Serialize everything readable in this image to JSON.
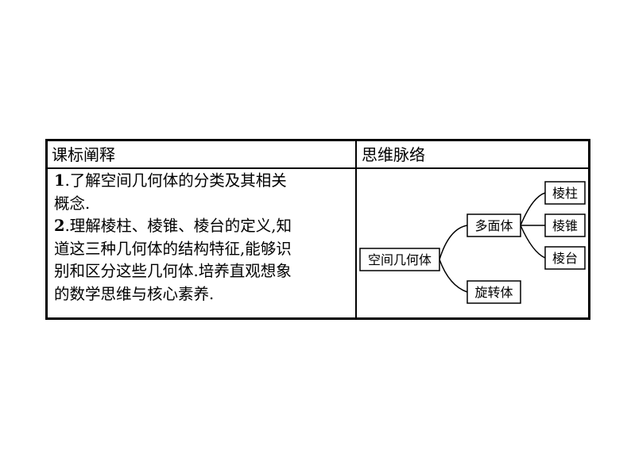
{
  "table": {
    "header_left": "课标阐释",
    "header_right": "思维脉络",
    "items": [
      {
        "number": "1",
        "lines": [
          ".了解空间几何体的分类及其相关",
          "概念."
        ]
      },
      {
        "number": "2",
        "lines": [
          ".理解棱柱、棱锥、棱台的定义,知",
          "道这三种几何体的结构特征,能够识",
          "别和区分这些几何体.培养直观想象",
          "的数学思维与核心素养."
        ]
      }
    ]
  },
  "mindmap": {
    "root": "空间几何体",
    "polyhedron": "多面体",
    "rotation": "旋转体",
    "prism": "棱柱",
    "pyramid": "棱锥",
    "frustum": "棱台"
  }
}
